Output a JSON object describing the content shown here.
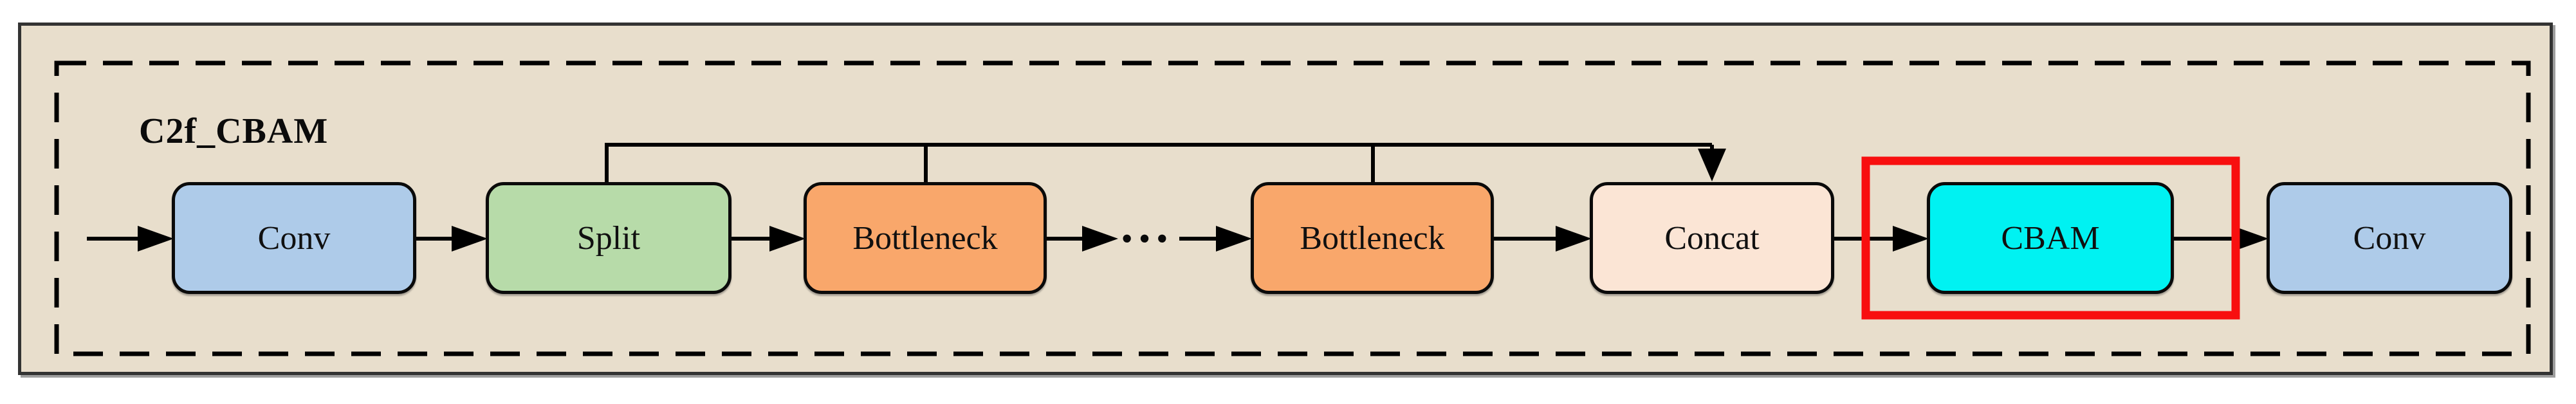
{
  "diagram": {
    "title": "C2f_CBAM",
    "ellipsis": "···",
    "frame_fill": "#E8DECC",
    "line_color": "#000000",
    "nodes": [
      {
        "id": "conv-input",
        "label": "Conv",
        "fill": "#AECBE9"
      },
      {
        "id": "split",
        "label": "Split",
        "fill": "#B7DBA9"
      },
      {
        "id": "bottleneck-1",
        "label": "Bottleneck",
        "fill": "#F9A76B"
      },
      {
        "id": "bottleneck-2",
        "label": "Bottleneck",
        "fill": "#F9A76B"
      },
      {
        "id": "concat",
        "label": "Concat",
        "fill": "#FBE5D5"
      },
      {
        "id": "cbam",
        "label": "CBAM",
        "fill": "#00F2F2",
        "highlighted": true
      },
      {
        "id": "conv-output",
        "label": "Conv",
        "fill": "#AECBE9"
      }
    ],
    "highlight": {
      "color": "#F80F0F"
    }
  }
}
